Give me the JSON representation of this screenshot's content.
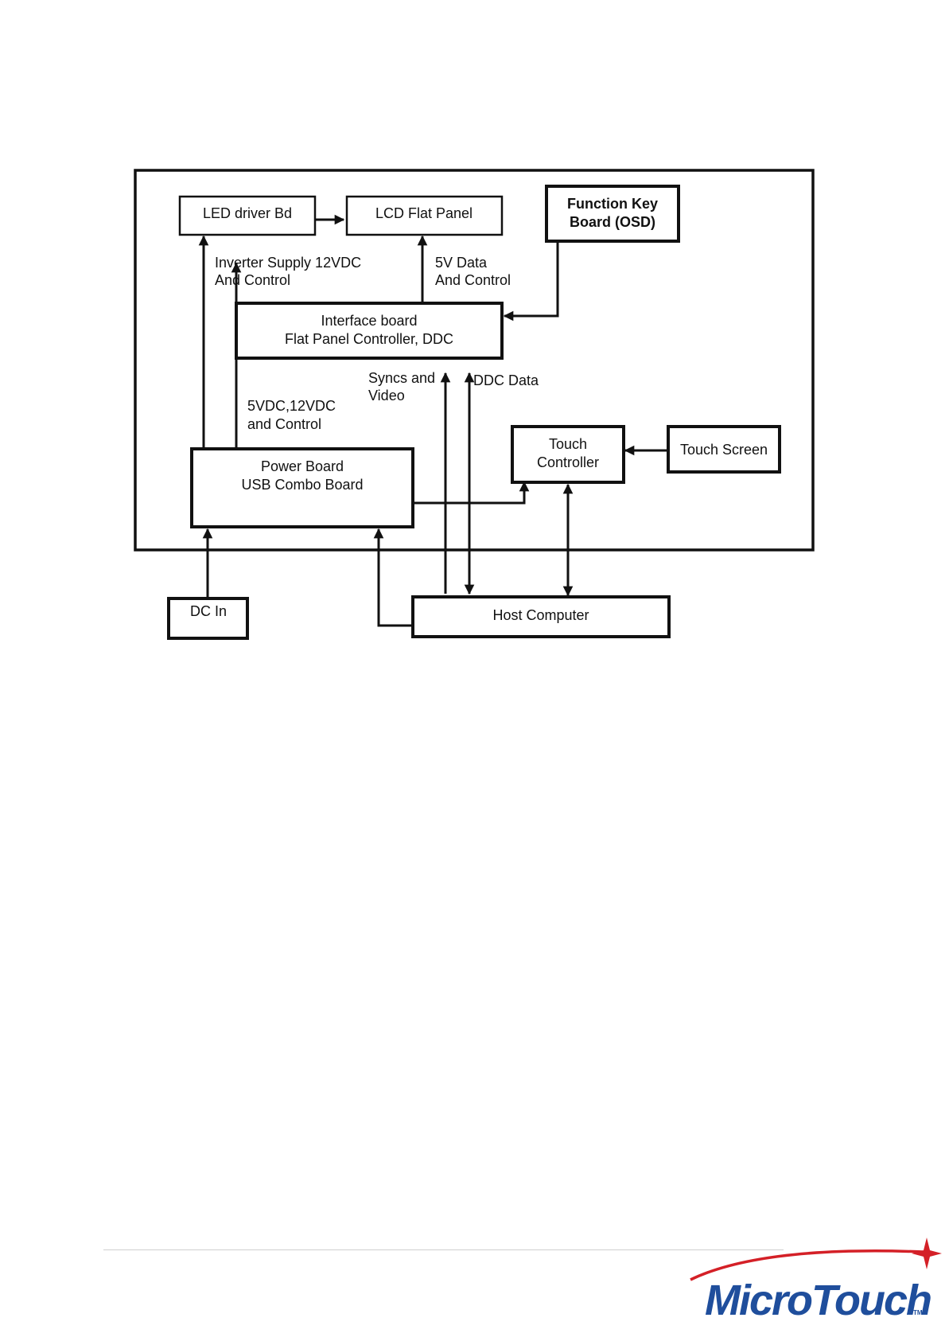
{
  "diagram": {
    "blocks": {
      "led_driver": "LED driver Bd",
      "lcd_panel": "LCD Flat Panel",
      "function_key": [
        "Function Key",
        "Board (OSD)"
      ],
      "interface_board": [
        "Interface board",
        "Flat Panel Controller, DDC"
      ],
      "power_board": [
        "Power Board",
        "USB Combo Board"
      ],
      "touch_controller": [
        "Touch",
        "Controller"
      ],
      "touch_screen": "Touch Screen",
      "dc_in": "DC In",
      "host_computer": "Host Computer"
    },
    "labels": {
      "inverter_supply": [
        "Inverter Supply 12VDC",
        "And Control"
      ],
      "data_5v": [
        "5V Data",
        "And  Control"
      ],
      "power_rails": [
        "5VDC,12VDC",
        "and  Control"
      ],
      "syncs_video": [
        "Syncs and",
        "Video"
      ],
      "ddc_data": "DDC Data"
    }
  },
  "footer": {
    "logo_text": "MicroTouch",
    "logo_tm": "TM",
    "logo_color": "#1f4e9c",
    "swoosh_color": "#d42027"
  }
}
